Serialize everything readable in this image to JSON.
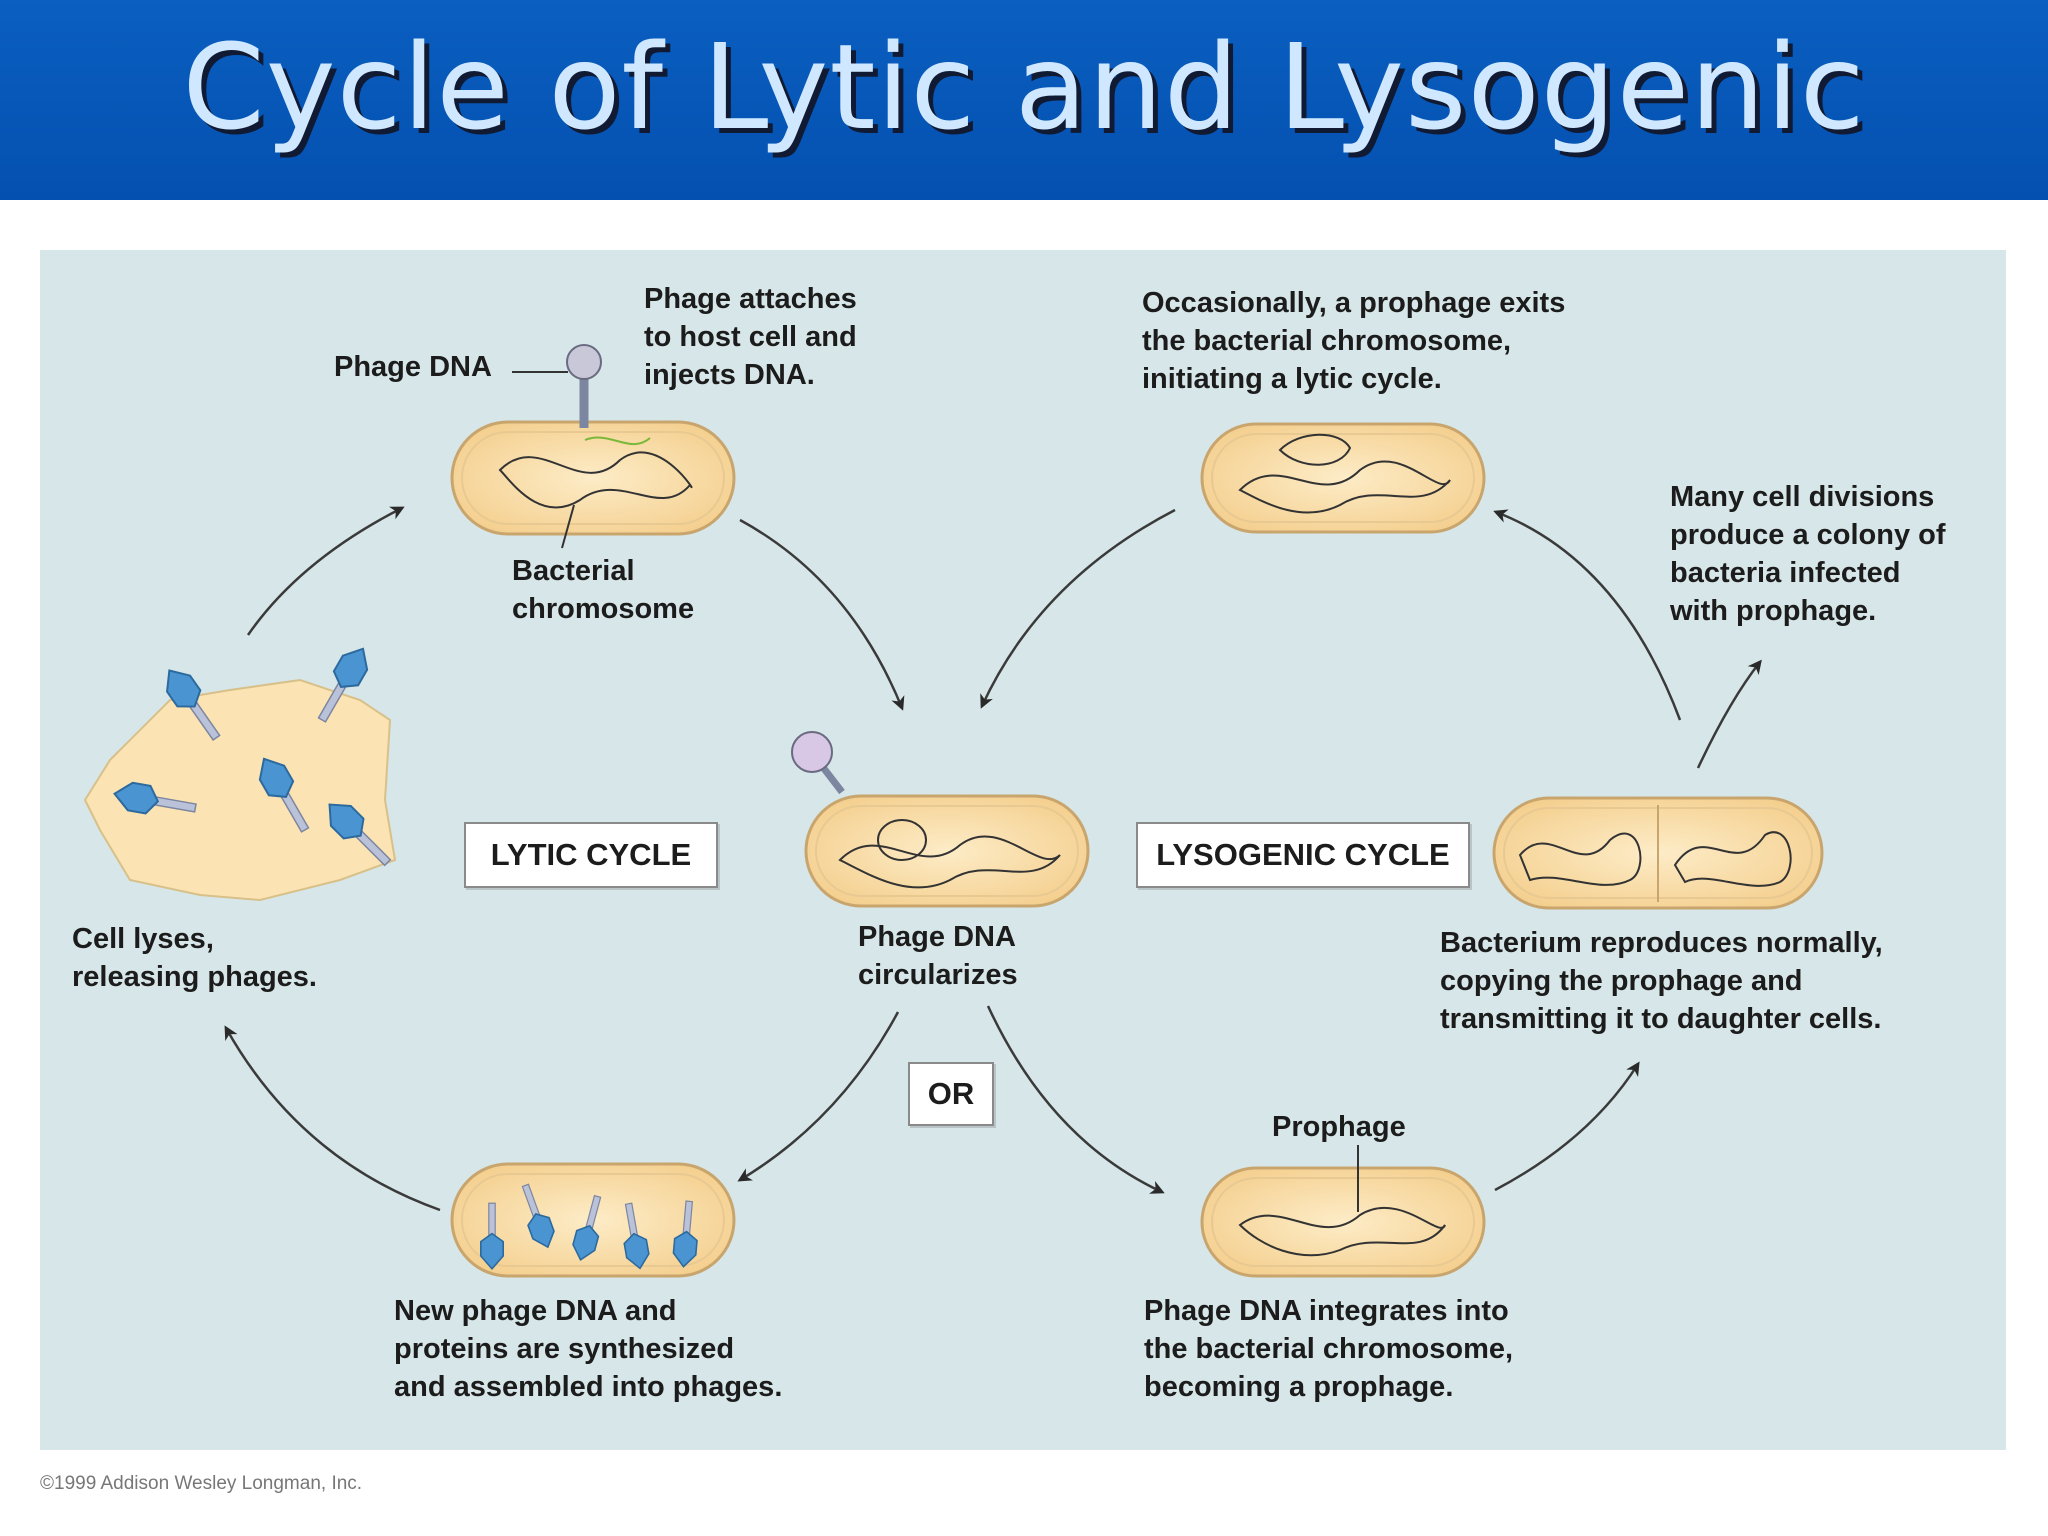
{
  "title": "Cycle of Lytic and Lysogenic",
  "labels": {
    "phage_dna": "Phage DNA",
    "attach": "Phage attaches\nto host cell and\ninjects DNA.",
    "bacterial_chromosome": "Bacterial\nchromosome",
    "occasionally": "Occasionally, a prophage exits\nthe bacterial chromosome,\ninitiating a lytic cycle.",
    "many_divisions": "Many cell divisions\nproduce a colony of\nbacteria infected\nwith prophage.",
    "cell_lyses": "Cell lyses,\nreleasing phages.",
    "lytic_cycle": "LYTIC CYCLE",
    "circularizes": "Phage DNA\ncircularizes",
    "lysogenic_cycle": "LYSOGENIC CYCLE",
    "reproduces": "Bacterium reproduces normally,\ncopying the prophage and\ntransmitting it to daughter cells.",
    "or": "OR",
    "prophage": "Prophage",
    "synthesized": "New phage DNA and\nproteins are synthesized\nand assembled into phages.",
    "integrates": "Phage DNA integrates into\nthe bacterial chromosome,\nbecoming a prophage.",
    "credit": "©1999 Addison Wesley Longman, Inc."
  },
  "colors": {
    "title_bar": "#0450b0",
    "title_text": "#cfe8ff",
    "panel": "#d7e6e8",
    "cell_fill": "#fbe3b4",
    "cell_stroke": "#c9a56e",
    "phage_head": "#4a95d1",
    "phage_tail": "#b9c2d8",
    "arrow": "#3a3a3a"
  }
}
